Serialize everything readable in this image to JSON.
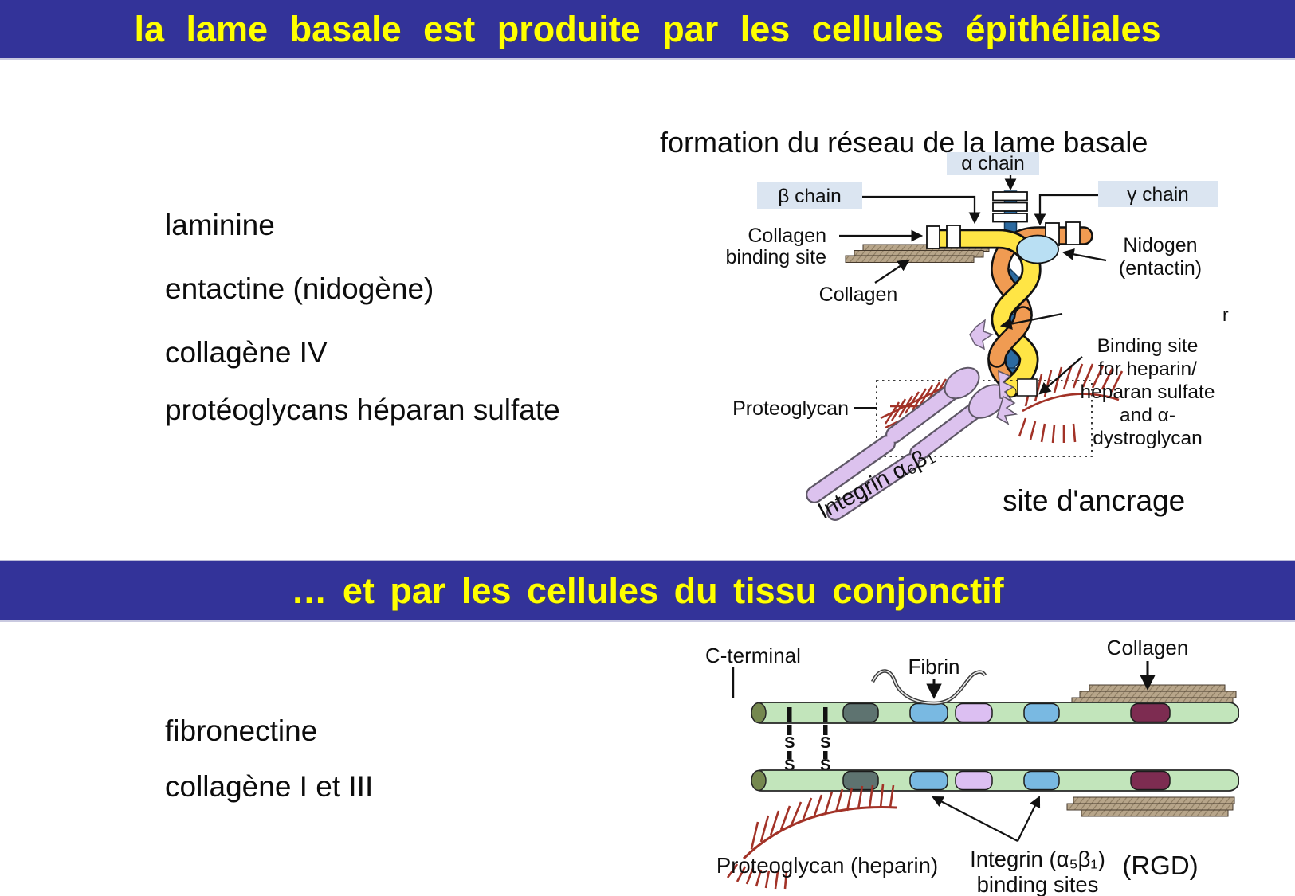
{
  "slide": {
    "banner_top": "la lame basale est produite par les cellules épithéliales",
    "banner_bottom": "… et par les cellules du tissu conjonctif",
    "list_epithelial": [
      "laminine",
      "entactine (nidogène)",
      "collagène IV",
      "protéoglycans héparan sulfate"
    ],
    "list_conjonctif": [
      "fibronectine",
      "collagène I et III"
    ],
    "figure1_title": "formation du réseau de la lame basale",
    "anchor_caption": "site d'ancrage"
  },
  "figure1": {
    "labels": {
      "alpha_chain": "α chain",
      "beta_chain": "β chain",
      "gamma_chain": "γ chain",
      "collagen_binding_line1": "Collagen",
      "collagen_binding_line2": "binding site",
      "collagen": "Collagen",
      "nidogen_line1": "Nidogen",
      "nidogen_line2": "(entactin)",
      "proteoglycan": "Proteoglycan",
      "binding_site_lines": [
        "Binding site",
        "for heparin/",
        "heparan sulfate",
        "and α-",
        "dystroglycan"
      ],
      "integrin": "Integrin α₆β₁",
      "stray_r": "r"
    }
  },
  "figure2": {
    "labels": {
      "c_terminal": "C-terminal",
      "fibrin": "Fibrin",
      "collagen": "Collagen",
      "s": "S",
      "proteoglycan": "Proteoglycan (heparin)",
      "integrin_line1": "Integrin (α₅β₁)",
      "integrin_line2": "binding sites",
      "rgd": "(RGD)"
    }
  },
  "colors": {
    "banner_bg": "#333399",
    "banner_text": "#FFFF00",
    "chain_label_box_bg": "#DBE5F1",
    "laminin_yellow": "#FFE545",
    "laminin_orange": "#F09B52",
    "laminin_blue": "#2C6AA0",
    "nidogen_blue": "#B9DFF3",
    "integrin_lavender": "#DCC2EE",
    "proteoglycan_red": "#A23227",
    "collagen_tan": "#B7A58A",
    "fibronectin_green": "#C2E5BB",
    "segment_blue": "#79B9E2",
    "segment_lavender": "#DCBFF2",
    "segment_dark": "#5E7370",
    "segment_maroon": "#7D2C51",
    "end_cap_olive": "#75884F"
  }
}
